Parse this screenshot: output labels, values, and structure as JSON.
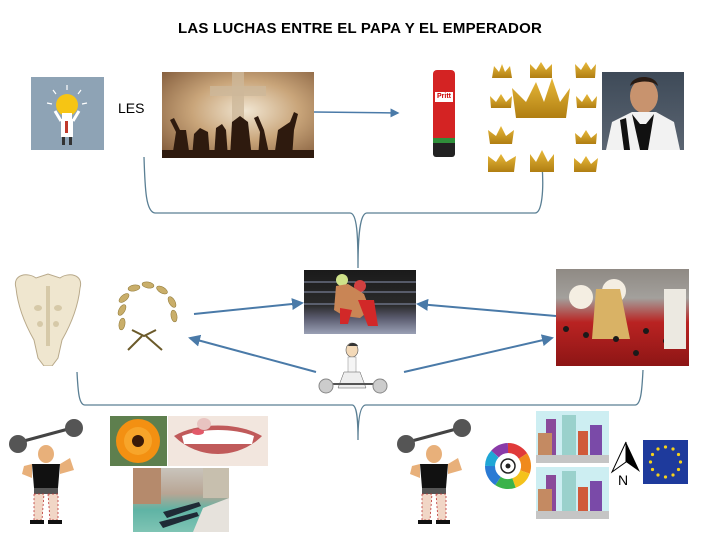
{
  "title": "LAS LUCHAS ENTRE EL PAPA Y EL EMPERADOR",
  "row1": {
    "text_label": "LES",
    "icons": [
      "idea-person-icon",
      "cross-crowd-image",
      "glue-stick-image",
      "crowns-image",
      "footballer-photo"
    ]
  },
  "row2": {
    "icons": [
      "sacrum-bone-image",
      "laurel-wreath-image",
      "wrestling-image",
      "weak-weightlifter-image",
      "procession-image"
    ]
  },
  "row3": {
    "icons": [
      "strongman-image",
      "marigold-flower-image",
      "gums-teeth-image",
      "venice-canal-image",
      "strongman-image",
      "laliga-logo",
      "city-buildings-image",
      "city-buildings-image",
      "north-arrow-icon",
      "eu-flag-icon"
    ],
    "north_label": "N"
  },
  "colors": {
    "connector": "#4a7aa8",
    "brace": "#5a7f94",
    "eu_blue": "#1e3a9c",
    "eu_star": "#f5d21b"
  }
}
